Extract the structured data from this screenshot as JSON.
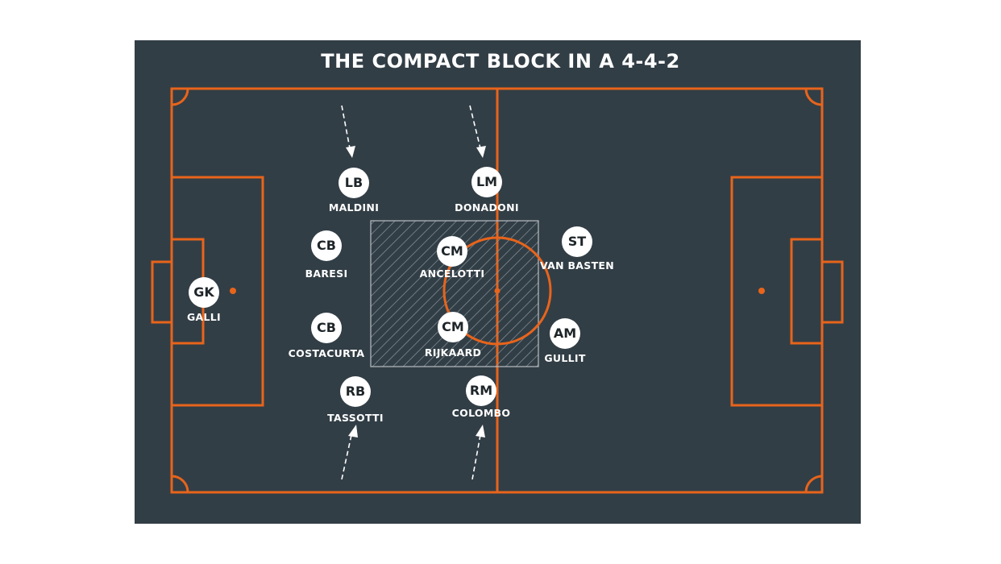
{
  "title": "THE COMPACT BLOCK IN A 4-4-2",
  "colors": {
    "background": "#323e46",
    "lines": "#e8641b",
    "player_disc": "#ffffff",
    "text": "#ffffff"
  },
  "players": [
    {
      "role": "GK",
      "name": "GALLI"
    },
    {
      "role": "LB",
      "name": "MALDINI"
    },
    {
      "role": "CB",
      "name": "BARESI"
    },
    {
      "role": "CB",
      "name": "COSTACURTA"
    },
    {
      "role": "RB",
      "name": "TASSOTTI"
    },
    {
      "role": "LM",
      "name": "DONADONI"
    },
    {
      "role": "CM",
      "name": "ANCELOTTI"
    },
    {
      "role": "CM",
      "name": "RIJKAARD"
    },
    {
      "role": "RM",
      "name": "COLOMBO"
    },
    {
      "role": "ST",
      "name": "VAN BASTEN"
    },
    {
      "role": "AM",
      "name": "GULLIT"
    }
  ]
}
